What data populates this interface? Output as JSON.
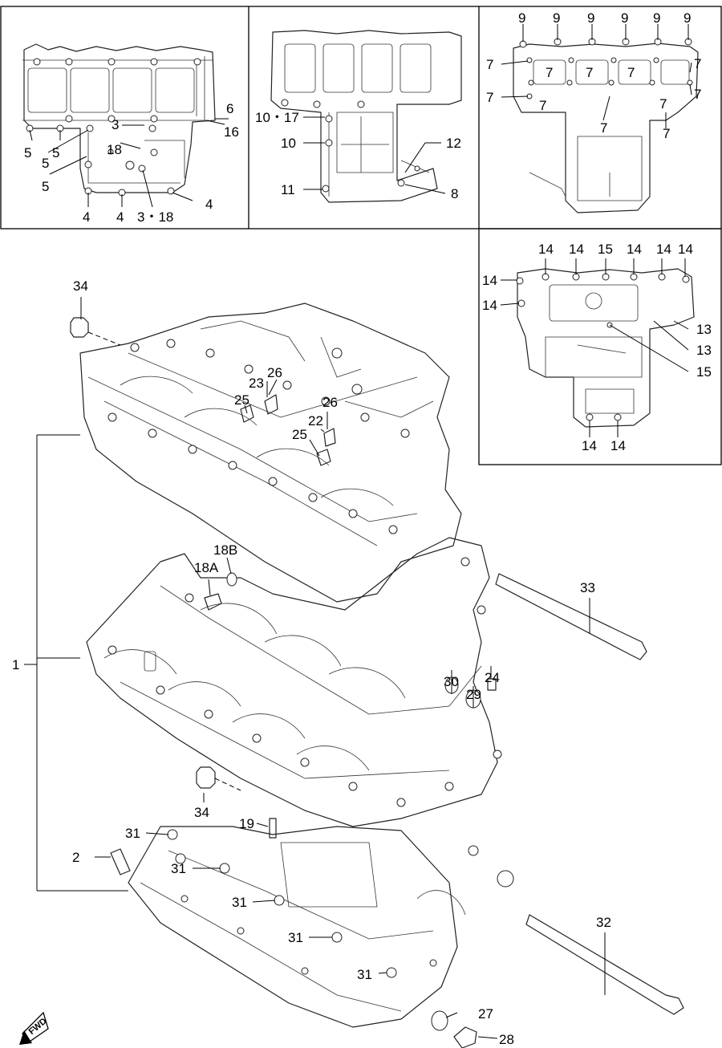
{
  "labels": {
    "box1": {
      "l6": "6",
      "l16": "16",
      "l3a": "3",
      "l18": "18",
      "l5a": "5",
      "l5b": "5",
      "l5c": "5",
      "l5d": "5",
      "l4a": "4",
      "l4b": "4",
      "l318": "3・18",
      "l4c": "4"
    },
    "box2": {
      "l1017": "10・17",
      "l10": "10",
      "l11": "11",
      "l12": "12",
      "l8": "8"
    },
    "box3": {
      "n9": "9",
      "n7": "7"
    },
    "box4": {
      "n14": "14",
      "l15a": "15",
      "l13a": "13",
      "l13b": "13",
      "l15b": "15"
    },
    "main": {
      "l34a": "34",
      "l23": "23",
      "l26a": "26",
      "l25a": "25",
      "l26b": "26",
      "l22": "22",
      "l25b": "25",
      "l18b": "18B",
      "l18a": "18A",
      "l1": "1",
      "l33": "33",
      "l30": "30",
      "l29": "29",
      "l24": "24",
      "l34b": "34",
      "l19": "19",
      "l31": "31",
      "l2": "2",
      "l32": "32",
      "l27": "27",
      "l28": "28"
    },
    "fwd": "FWD"
  }
}
